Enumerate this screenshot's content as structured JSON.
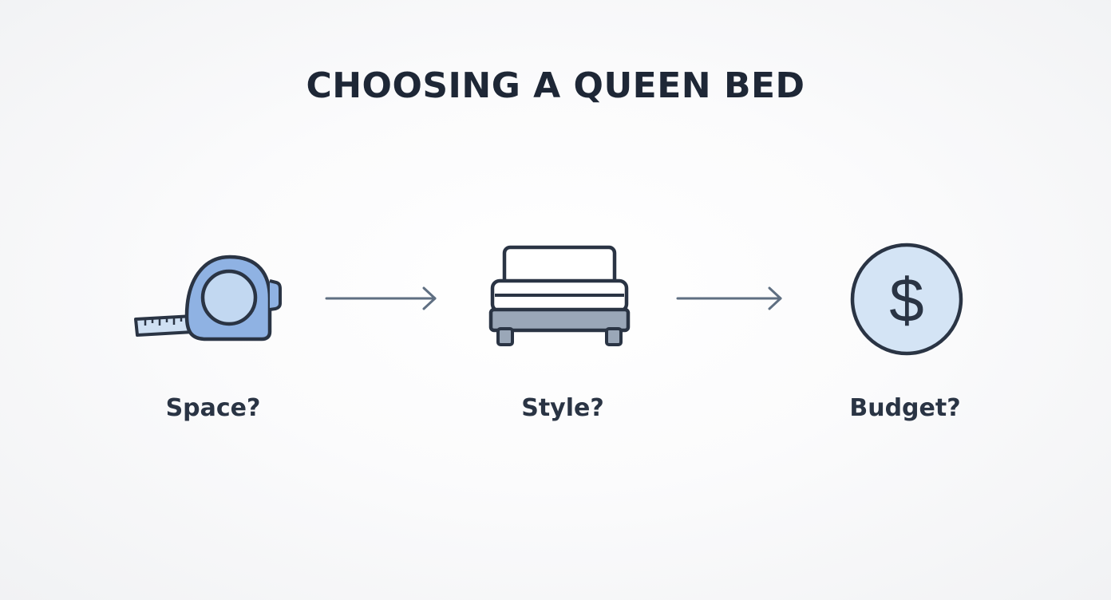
{
  "diagram": {
    "title": "CHOOSING A QUEEN BED",
    "steps": [
      {
        "label": "Space?",
        "icon": "tape-measure-icon"
      },
      {
        "label": "Style?",
        "icon": "bed-icon"
      },
      {
        "label": "Budget?",
        "icon": "dollar-coin-icon"
      }
    ],
    "colors": {
      "outline": "#2a3444",
      "accent_blue": "#8fb2e3",
      "light_blue": "#cfe0f3",
      "arrow": "#5f6f82",
      "bed_base": "#9aa7b8"
    }
  }
}
